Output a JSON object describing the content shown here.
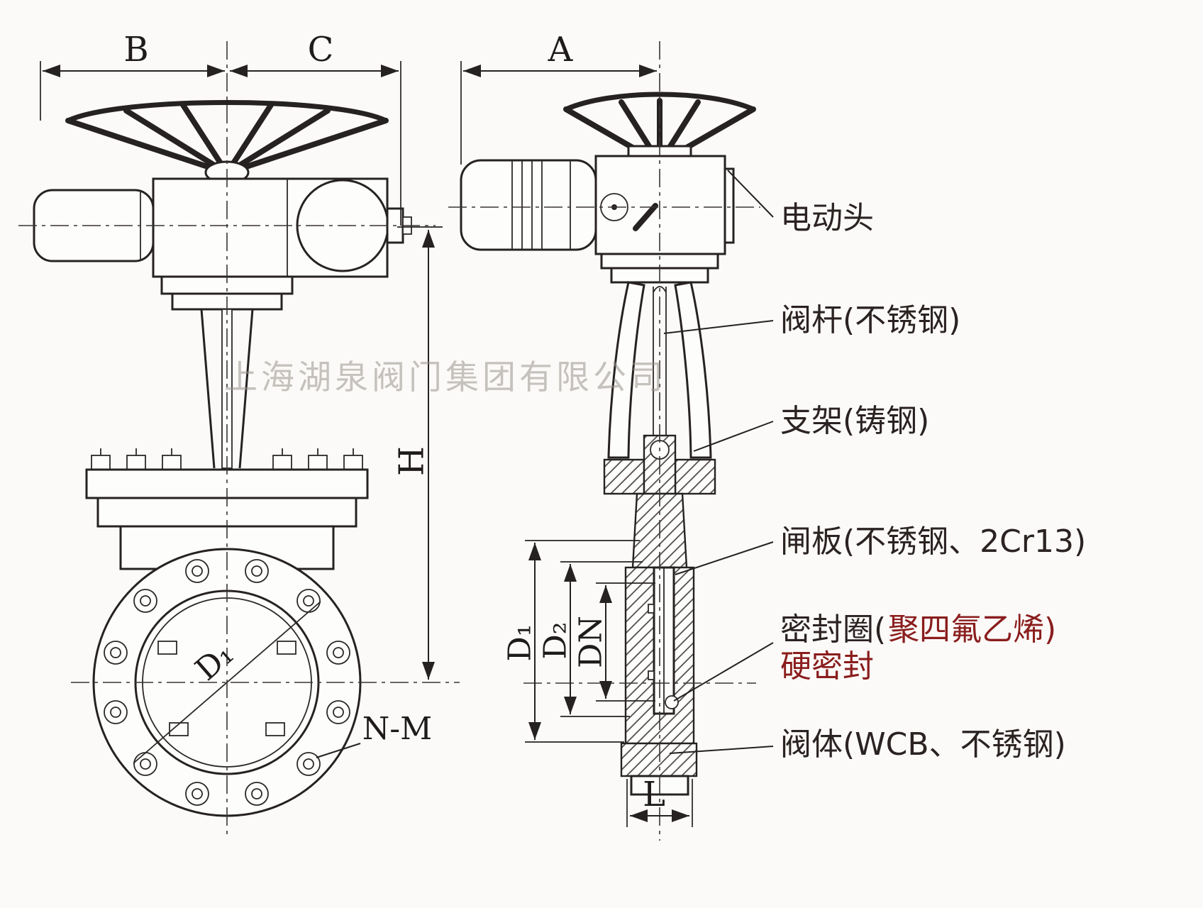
{
  "watermark": "上海湖泉阀门集团有限公司",
  "dims": {
    "B": "B",
    "C": "C",
    "A": "A",
    "H": "H",
    "NM": "N-M",
    "D1d": "D₁",
    "D1": "D₁",
    "D2": "D₂",
    "DN": "DN",
    "L": "L"
  },
  "labels": {
    "actuator": "电动头",
    "stem": "阀杆(不锈钢)",
    "bracket": "支架(铸钢)",
    "gate": "闸板(不锈钢、2Cr13)",
    "seal_a": "密封圈(",
    "seal_b": "聚四氟乙烯)",
    "seal_2": "硬密封",
    "body": "阀体(WCB、不锈钢)"
  }
}
